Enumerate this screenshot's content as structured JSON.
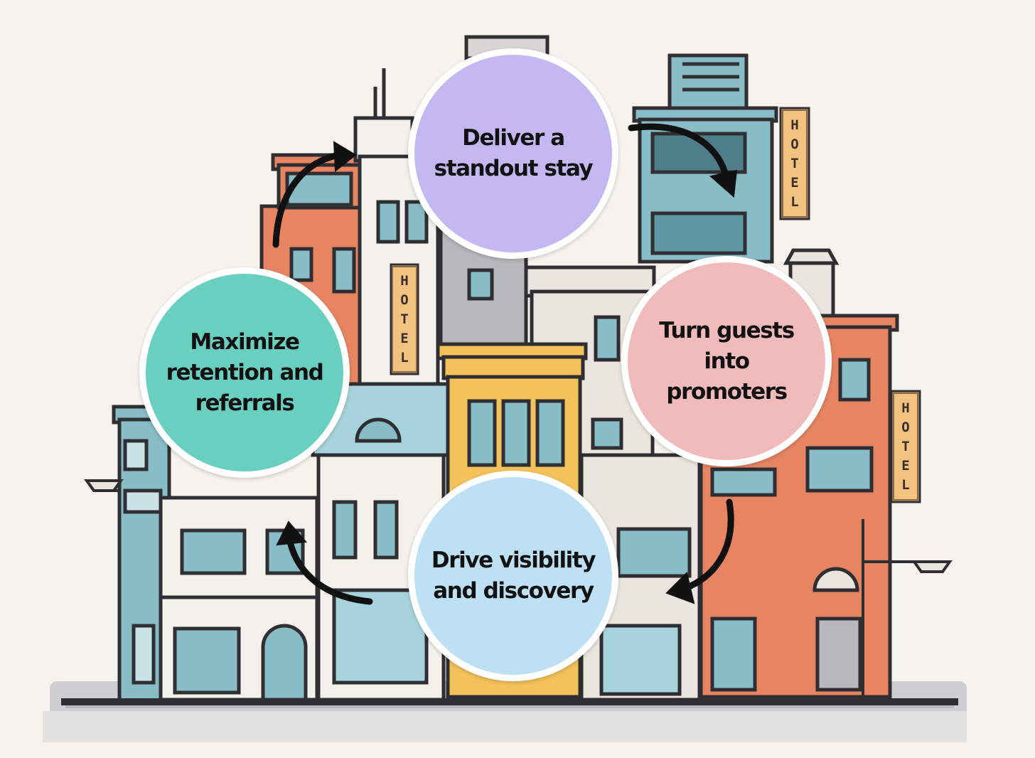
{
  "cycle_steps": [
    {
      "id": "top",
      "label": "Deliver a\nstandout stay",
      "color": "#c4b8f3"
    },
    {
      "id": "right",
      "label": "Turn guests into\npromoters",
      "color": "#f1bbbb"
    },
    {
      "id": "bottom",
      "label": "Drive visibility\nand discovery",
      "color": "#bde0f5"
    },
    {
      "id": "left",
      "label": "Maximize\nretention and\nreferrals",
      "color": "#69cfc0"
    }
  ],
  "signs": [
    {
      "id": "sign-top-right",
      "text": "HOTEL"
    },
    {
      "id": "sign-middle",
      "text": "HOTEL"
    },
    {
      "id": "sign-right",
      "text": "HOTEL"
    }
  ],
  "colors": {
    "background": "#f6f3ee",
    "outline": "#2f2f33",
    "teal_building": "#88bcc6",
    "brick_building": "#e78563",
    "cream_building": "#eae6df",
    "yellow_building": "#f3c25b",
    "arrow": "#111111"
  }
}
